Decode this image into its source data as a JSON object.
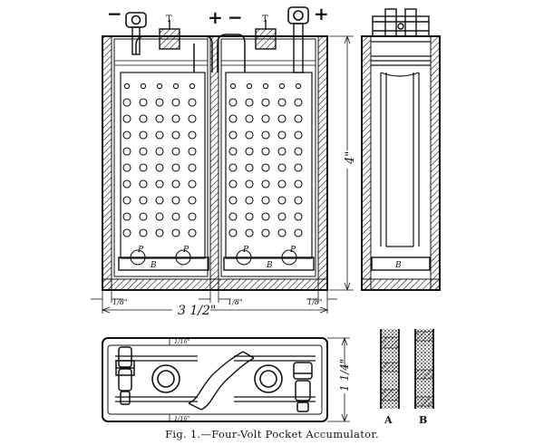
{
  "figure": {
    "caption": "Fig. 1.—Four-Volt Pocket Accumulator.",
    "front_view": {
      "terminal_neg_left": "−",
      "cap_left_label": "T",
      "terminal_pos_mid": "+",
      "terminal_neg_mid": "−",
      "cap_right_label": "T",
      "terminal_pos_right": "+",
      "pocket_labels": [
        "P",
        "P",
        "P",
        "P"
      ],
      "bar_label_left": "B",
      "bar_label_right": "B",
      "dim_height": "4\"",
      "dim_wall_left": "1/8\"",
      "dim_wall_mid": "1/8\"",
      "dim_wall_right": "1/8\"",
      "dim_width": "3 1/2\""
    },
    "side_view": {
      "bar_label": "B"
    },
    "plan_view": {
      "dim_top": "1/16\"",
      "dim_bottom": "1/16\"",
      "dim_depth": "1 1/4\""
    },
    "sections": [
      {
        "label": "A"
      },
      {
        "label": "B"
      }
    ]
  }
}
